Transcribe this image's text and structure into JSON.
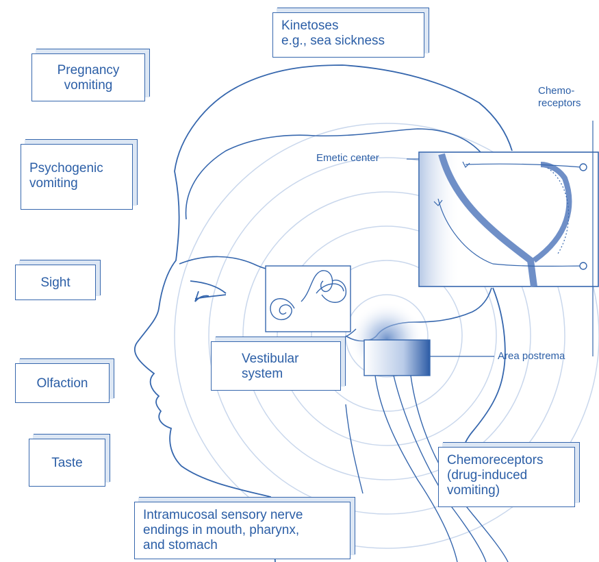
{
  "boxes": {
    "kinetoses": [
      "Kinetoses",
      "e.g., sea sickness"
    ],
    "pregnancy": [
      "Pregnancy",
      "vomiting"
    ],
    "psychogenic": [
      "Psychogenic",
      "vomiting"
    ],
    "sight": "Sight",
    "olfaction": "Olfaction",
    "taste": "Taste",
    "vestibular": [
      "Vestibular",
      "system"
    ],
    "chemoreceptors_drug": [
      "Chemoreceptors",
      "(drug-induced",
      "vomiting)"
    ],
    "intramucosal": [
      "Intramucosal sensory nerve",
      "endings in mouth, pharynx,",
      "and stomach"
    ]
  },
  "labels": {
    "chemo_top": [
      "Chemo-",
      "receptors"
    ],
    "emetic_center": "Emetic center",
    "area_postrema": "Area postrema"
  },
  "colors": {
    "line": "#3566ad",
    "text": "#2b5ea6",
    "shade": "#dde7f4"
  }
}
